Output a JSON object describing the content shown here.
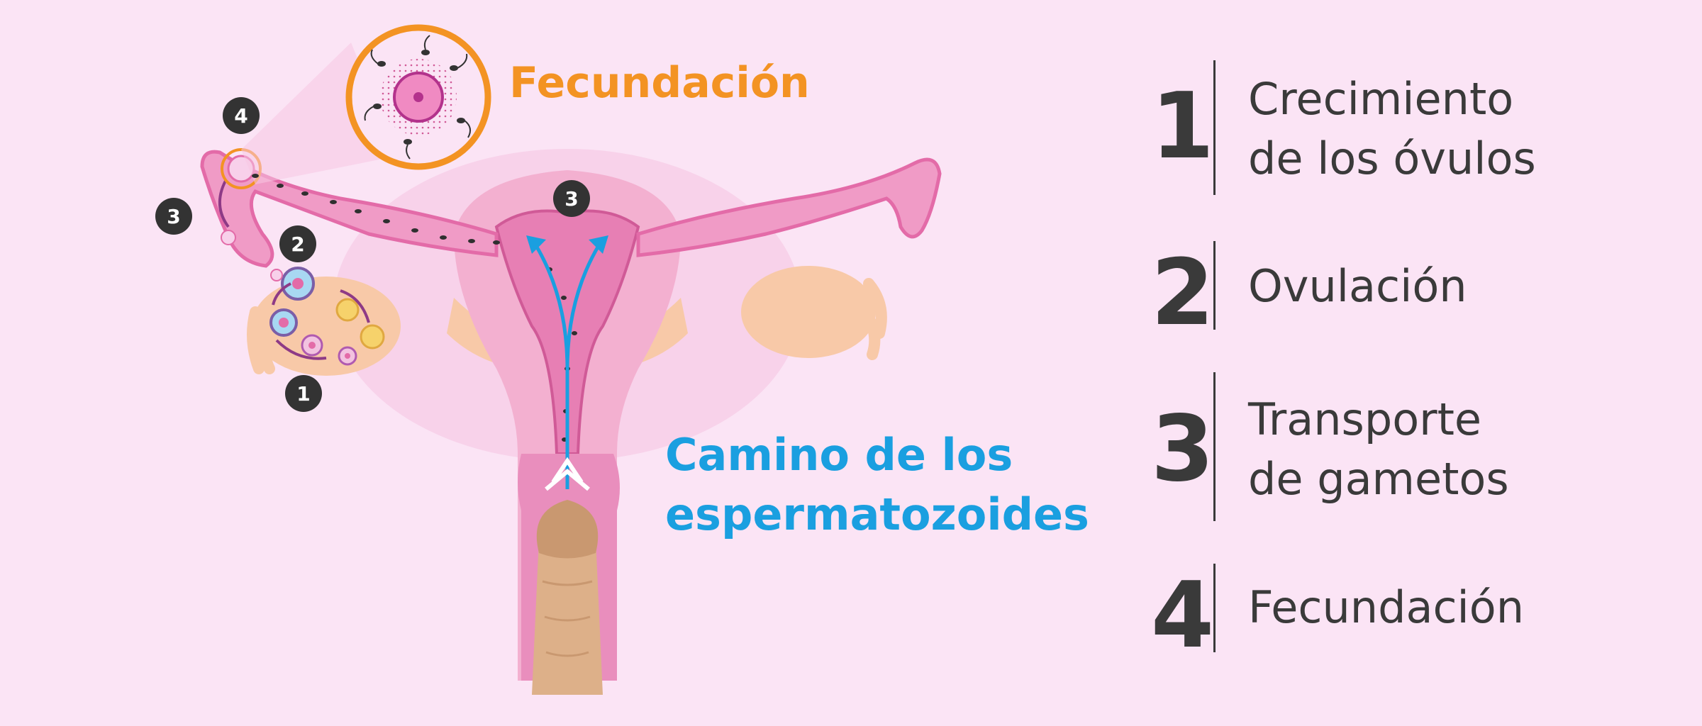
{
  "diagram": {
    "callout_fecundacion": "Fecundación",
    "callout_path_line1": "Camino de los",
    "callout_path_line2": "espermatozoides",
    "markers": [
      "1",
      "2",
      "3",
      "3",
      "4"
    ]
  },
  "steps": [
    {
      "number": "1",
      "lines": [
        "Crecimiento",
        "de los óvulos"
      ]
    },
    {
      "number": "2",
      "lines": [
        "Ovulación"
      ]
    },
    {
      "number": "3",
      "lines": [
        "Transporte",
        "de gametos"
      ]
    },
    {
      "number": "4",
      "lines": [
        "Fecundación"
      ]
    }
  ],
  "colors": {
    "background": "#fbe4f5",
    "text_dark": "#3a3a3a",
    "accent_orange": "#f39323",
    "accent_blue": "#1a9fe0",
    "tissue_pink": "#f4a9cf",
    "tissue_dark": "#e36ba8",
    "skin": "#ddb089",
    "ovary_peach": "#f8c9a8"
  },
  "icons": [
    "egg-cell-icon",
    "sperm-icon",
    "follicle-icon",
    "step-marker-icon"
  ]
}
